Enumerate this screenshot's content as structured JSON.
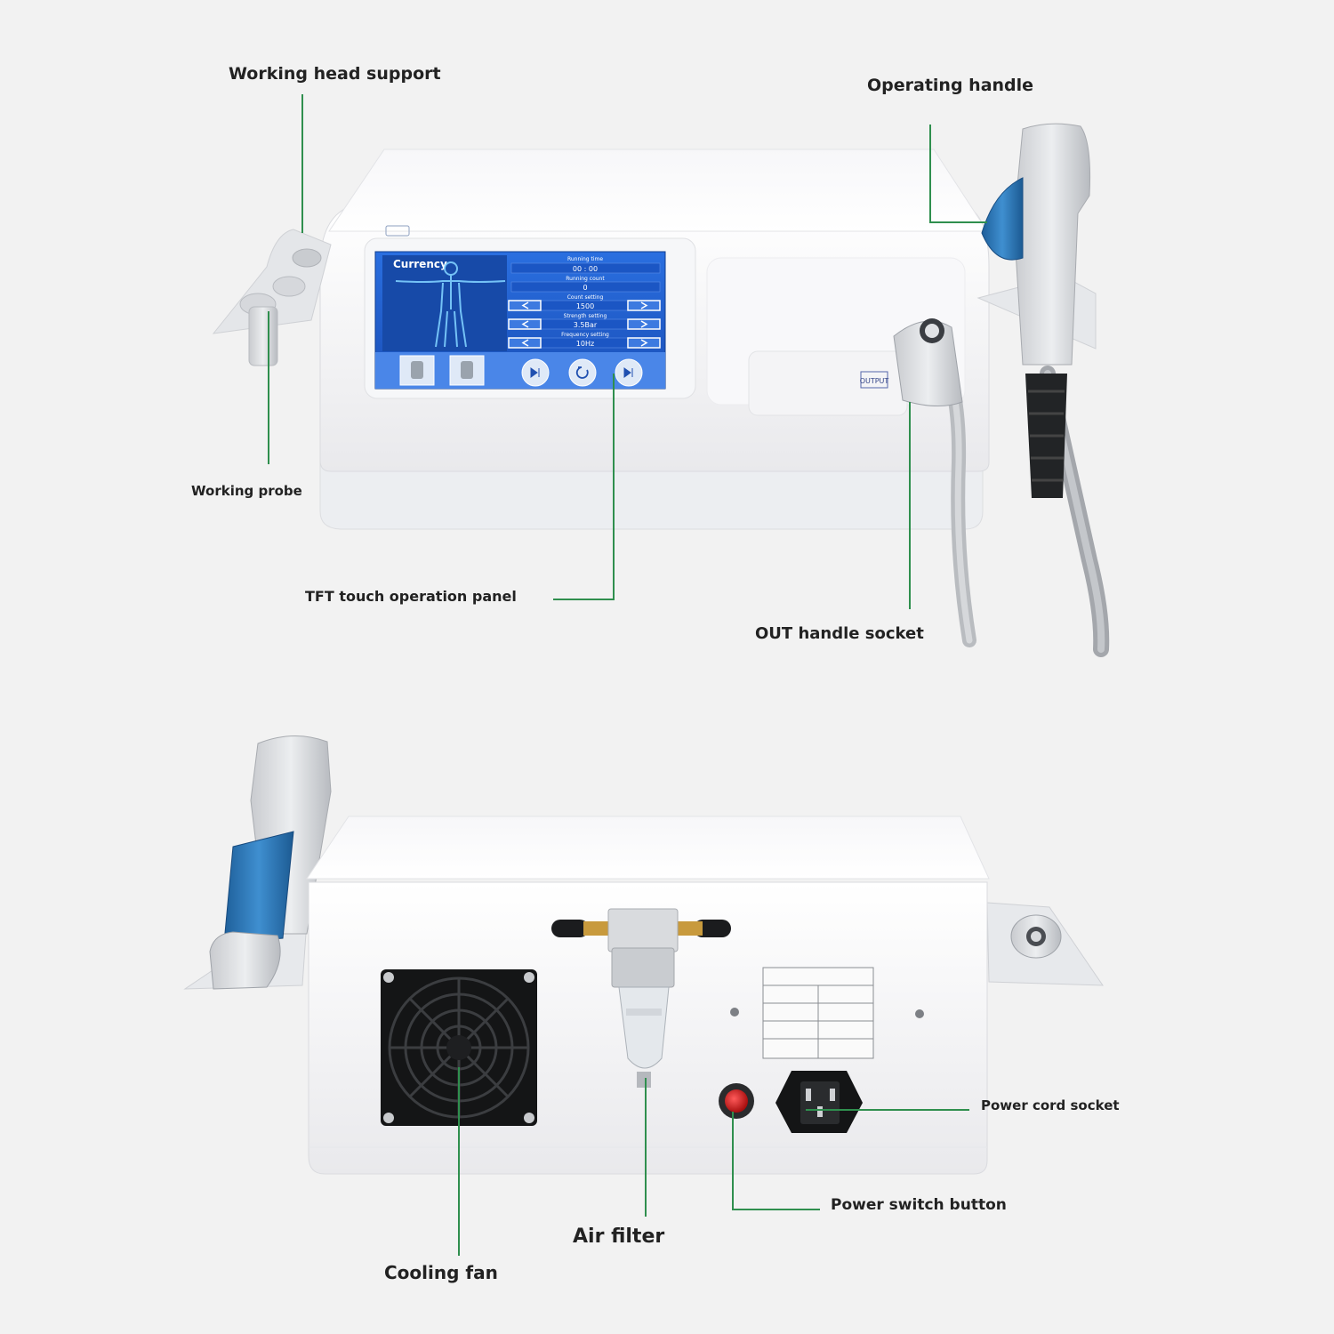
{
  "colors": {
    "background": "#f2f2f2",
    "leader_line": "#2f8f4e",
    "device_body": "#ffffff",
    "screen_blue": "#1f5fd0",
    "handle_blue": "#2f7fc0",
    "power_button": "#c81e1e"
  },
  "labels": {
    "working_head_support": "Working head support",
    "operating_handle": "Operating handle",
    "working_probe": "Working probe",
    "tft_panel": "TFT touch operation panel",
    "out_handle_socket": "OUT handle socket",
    "power_cord_socket": "Power cord socket",
    "power_switch_button": "Power switch button",
    "air_filter": "Air filter",
    "cooling_fan": "Cooling fan"
  },
  "screen": {
    "title": "Currency",
    "running_time_label": "Running time",
    "running_time": "00 : 00",
    "running_count_label": "Running count",
    "running_count": "0",
    "count_setting_label": "Count setting",
    "count_setting": "1500",
    "strength_setting_label": "Strength setting",
    "strength_setting": "3.5Bar",
    "frequency_setting_label": "Frequency setting",
    "frequency_setting": "10Hz"
  },
  "device": {
    "output_marking": "OUTPUT"
  },
  "icons": [
    "arrow-left-icon",
    "arrow-right-icon",
    "play-pause-icon",
    "reset-icon",
    "body-figure-icon",
    "fan-grille-icon"
  ]
}
